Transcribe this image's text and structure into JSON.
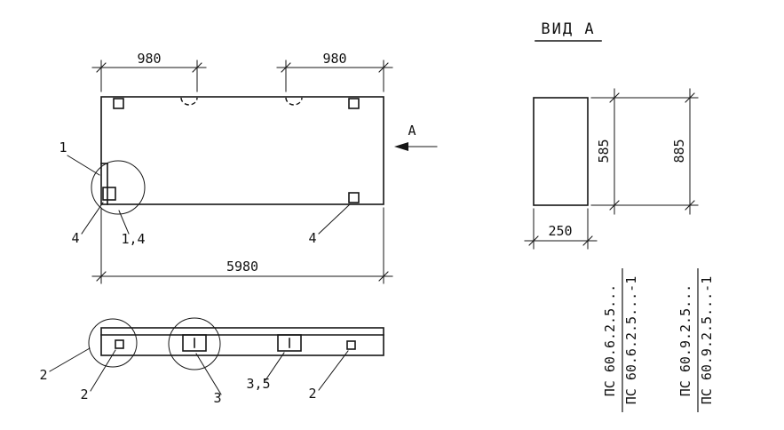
{
  "sheet": {
    "background": "#ffffff",
    "line_color": "#161616"
  },
  "elevation": {
    "dim_left": "980",
    "dim_right": "980",
    "dim_overall": "5980",
    "section_label": "А",
    "callout_1": "1",
    "callout_4_left": "4",
    "callout_14": "1,4",
    "callout_4_right": "4"
  },
  "plan": {
    "callout_2_far_left": "2",
    "callout_2_left": "2",
    "callout_3": "3",
    "callout_35": "3,5",
    "callout_2_right": "2"
  },
  "view_a": {
    "title": "ВИД А",
    "dim_height_1": "585",
    "dim_height_2": "885",
    "dim_width": "250",
    "marks_group_1": {
      "top": "ПС 60.6.2.5...",
      "bottom": "ПС 60.6.2.5...-1"
    },
    "marks_group_2": {
      "top": "ПС 60.9.2.5...",
      "bottom": "ПС 60.9.2.5...-1"
    }
  }
}
